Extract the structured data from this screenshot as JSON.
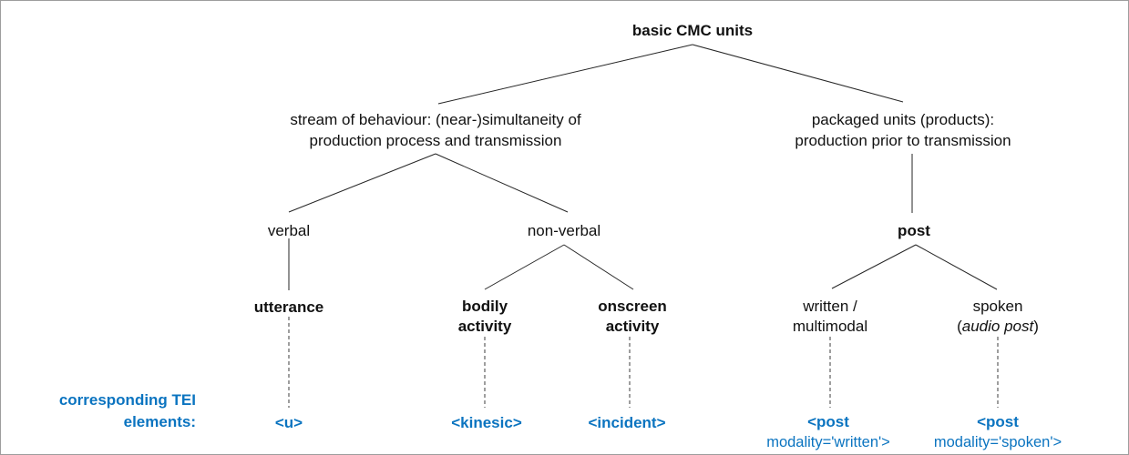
{
  "colors": {
    "accent_blue": "#0b74c0",
    "line": "#262626",
    "text": "#111111",
    "background": "#ffffff",
    "border": "#9d9d9d"
  },
  "tree": {
    "root": "basic CMC units",
    "stream_branch": {
      "line1": "stream of behaviour: (near-)simultaneity of",
      "line2": "production process and transmission"
    },
    "packaged_branch": {
      "line1": "packaged units (products):",
      "line2": "production prior to transmission"
    },
    "verbal": "verbal",
    "non_verbal": "non-verbal",
    "post": "post",
    "utterance": "utterance",
    "bodily_activity": {
      "line1": "bodily",
      "line2": "activity"
    },
    "onscreen_activity": {
      "line1": "onscreen",
      "line2": "activity"
    },
    "written_multimodal": {
      "line1": "written /",
      "line2": "multimodal"
    },
    "spoken": {
      "line1": "spoken",
      "line2_open": "(",
      "line2_italic": "audio post",
      "line2_close": ")"
    }
  },
  "tei": {
    "caption_line1": "corresponding TEI",
    "caption_line2": "elements:",
    "u": "<u>",
    "kinesic": "<kinesic>",
    "incident": "<incident>",
    "post_written": {
      "line1": "<post",
      "line2": "modality='written'>"
    },
    "post_spoken": {
      "line1": "<post",
      "line2": "modality='spoken'>"
    }
  }
}
